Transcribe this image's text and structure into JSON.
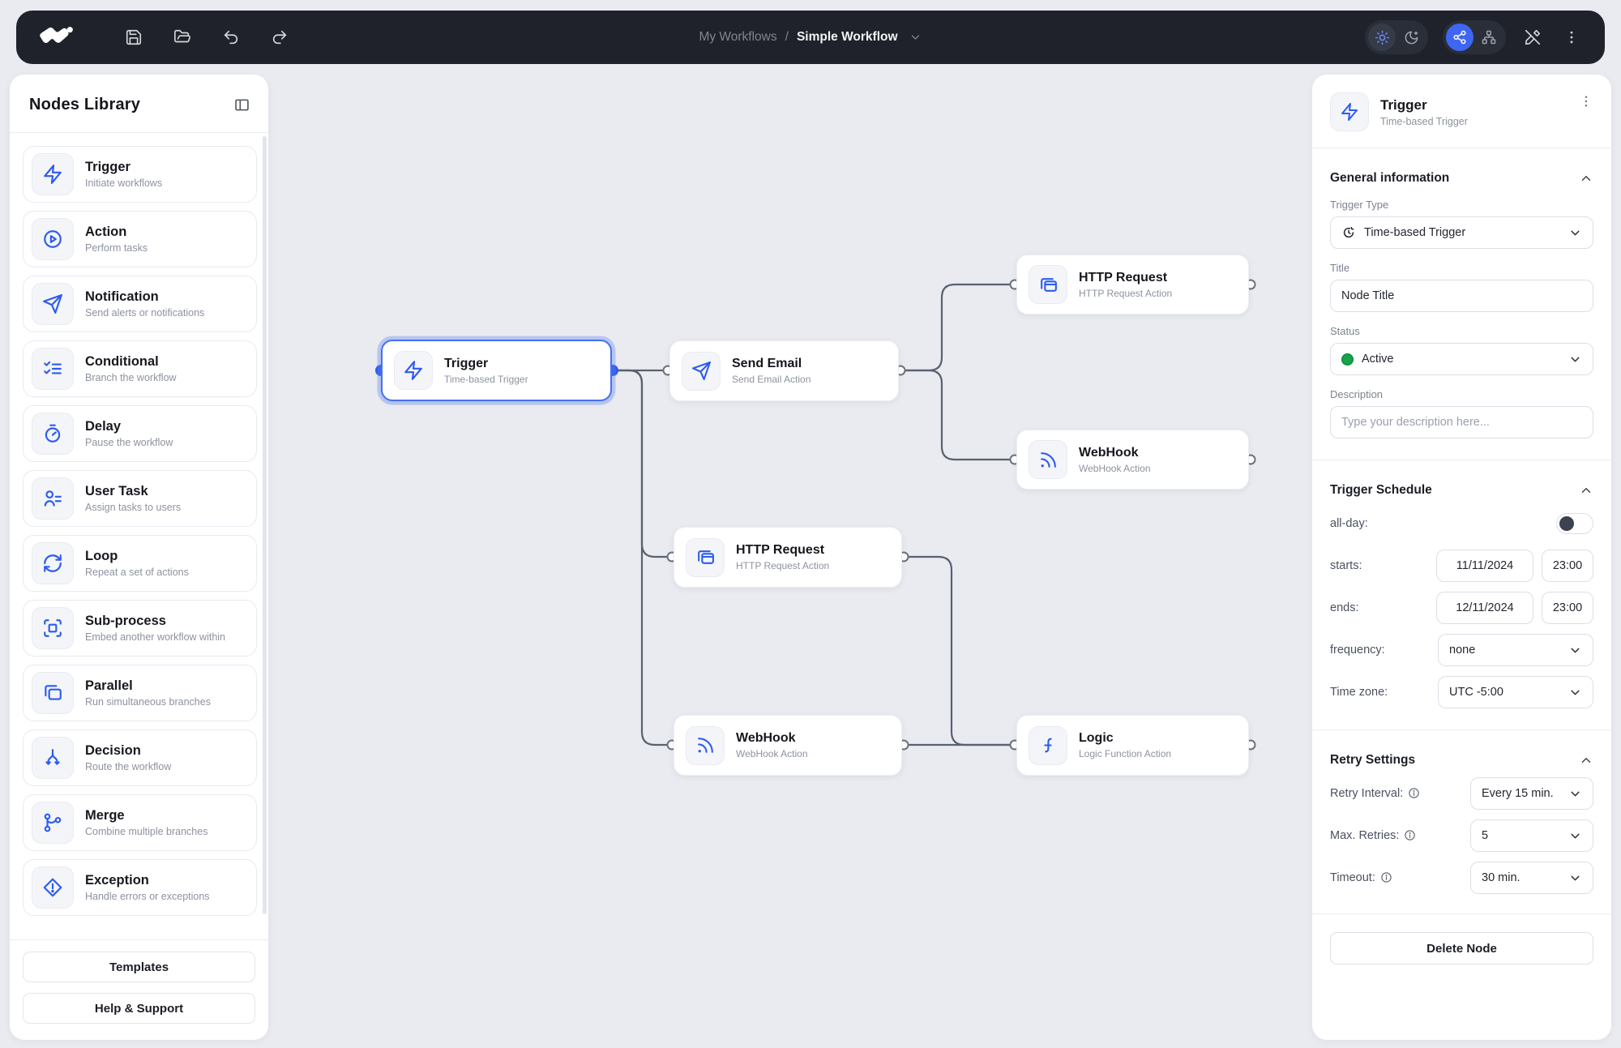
{
  "topbar": {
    "breadcrumb": {
      "parent": "My Workflows",
      "separator": "/",
      "current": "Simple Workflow"
    },
    "left_icons": [
      "save-icon",
      "folder-open-icon",
      "undo-icon",
      "redo-icon"
    ],
    "right_icons": [
      "sun-icon",
      "moon-icon",
      "share-graph-icon",
      "sitemap-icon",
      "pen-off-icon",
      "kebab-menu-icon"
    ],
    "theme_toggle_active": "light",
    "view_toggle_active": "graph"
  },
  "sidebar": {
    "title": "Nodes Library",
    "collapse_icon": "panel-left-icon",
    "items": [
      {
        "title": "Trigger",
        "subtitle": "Initiate workflows",
        "icon": "zap-icon"
      },
      {
        "title": "Action",
        "subtitle": "Perform tasks",
        "icon": "play-circle-icon"
      },
      {
        "title": "Notification",
        "subtitle": "Send alerts or notifications",
        "icon": "send-icon"
      },
      {
        "title": "Conditional",
        "subtitle": "Branch the workflow",
        "icon": "list-checks-icon"
      },
      {
        "title": "Delay",
        "subtitle": "Pause the workflow",
        "icon": "timer-icon"
      },
      {
        "title": "User Task",
        "subtitle": "Assign tasks to users",
        "icon": "user-tasks-icon"
      },
      {
        "title": "Loop",
        "subtitle": "Repeat a set of actions",
        "icon": "loop-icon"
      },
      {
        "title": "Sub-process",
        "subtitle": "Embed another workflow within",
        "icon": "frame-icon"
      },
      {
        "title": "Parallel",
        "subtitle": "Run simultaneous branches",
        "icon": "copy-icon"
      },
      {
        "title": "Decision",
        "subtitle": "Route the workflow",
        "icon": "split-icon"
      },
      {
        "title": "Merge",
        "subtitle": "Combine multiple branches",
        "icon": "git-merge-icon"
      },
      {
        "title": "Exception",
        "subtitle": "Handle errors or exceptions",
        "icon": "alert-diamond-icon"
      }
    ],
    "footer_buttons": [
      {
        "label": "Templates"
      },
      {
        "label": "Help & Support"
      }
    ]
  },
  "canvas": {
    "nodes": [
      {
        "title": "Trigger",
        "subtitle": "Time-based Trigger",
        "icon": "zap-icon",
        "selected": true
      },
      {
        "title": "Send Email",
        "subtitle": "Send Email Action",
        "icon": "send-icon"
      },
      {
        "title": "HTTP Request",
        "subtitle": "HTTP Request Action",
        "icon": "browser-icon"
      },
      {
        "title": "WebHook",
        "subtitle": "WebHook Action",
        "icon": "webhook-icon"
      },
      {
        "title": "HTTP Request",
        "subtitle": "HTTP Request Action",
        "icon": "browser-icon"
      },
      {
        "title": "WebHook",
        "subtitle": "WebHook Action",
        "icon": "webhook-icon"
      },
      {
        "title": "Logic",
        "subtitle": "Logic Function Action",
        "icon": "function-icon"
      }
    ]
  },
  "panel": {
    "header": {
      "title": "Trigger",
      "subtitle": "Time-based Trigger",
      "icon": "zap-icon",
      "menu_icon": "kebab-menu-icon"
    },
    "general": {
      "section_title": "General information",
      "trigger_type_label": "Trigger Type",
      "trigger_type_value": "Time-based Trigger",
      "trigger_type_icon": "clock-reset-icon",
      "title_label": "Title",
      "title_value": "Node Title",
      "status_label": "Status",
      "status_value": "Active",
      "description_label": "Description",
      "description_placeholder": "Type your description here..."
    },
    "schedule": {
      "section_title": "Trigger Schedule",
      "all_day_label": "all-day:",
      "all_day_on": false,
      "starts_label": "starts:",
      "starts_date": "11/11/2024",
      "starts_time": "23:00",
      "ends_label": "ends:",
      "ends_date": "12/11/2024",
      "ends_time": "23:00",
      "frequency_label": "frequency:",
      "frequency_value": "none",
      "timezone_label": "Time zone:",
      "timezone_value": "UTC -5:00"
    },
    "retry": {
      "section_title": "Retry Settings",
      "interval_label": "Retry Interval:",
      "interval_value": "Every 15 min.",
      "max_retries_label": "Max. Retries:",
      "max_retries_value": "5",
      "timeout_label": "Timeout:",
      "timeout_value": "30 min."
    },
    "delete_button_label": "Delete Node"
  },
  "colors": {
    "topbar_bg": "#1f222a",
    "canvas_bg": "#e9ebf1",
    "accent_blue": "#3f66f3",
    "icon_blue": "#2d5bf0",
    "selected_node_border": "#4670f2",
    "edge_gray": "#5a616e",
    "status_green": "#16a34a"
  }
}
